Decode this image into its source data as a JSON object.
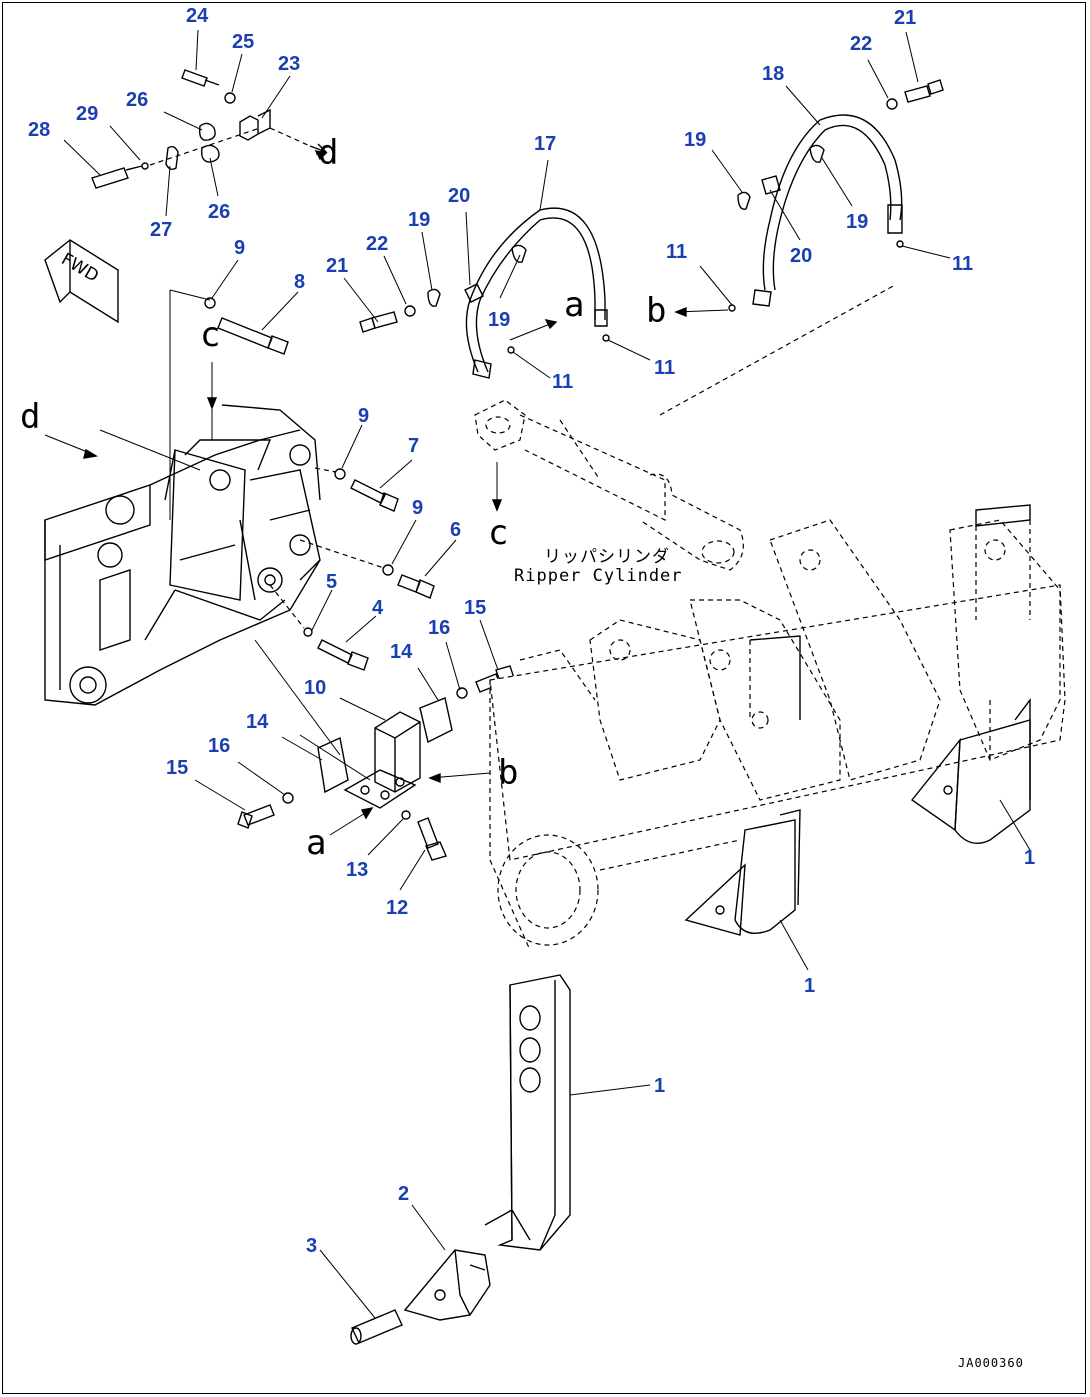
{
  "drawing_number": "JA000360",
  "fwd_label": "FWD",
  "cylinder_label_jp": "リッパシリンダ",
  "cylinder_label_en": "Ripper Cylinder",
  "refs": [
    "a",
    "b",
    "c",
    "d"
  ],
  "callouts": [
    "1",
    "2",
    "3",
    "4",
    "5",
    "6",
    "7",
    "8",
    "9",
    "10",
    "11",
    "12",
    "13",
    "14",
    "15",
    "16",
    "17",
    "18",
    "19",
    "20",
    "21",
    "22",
    "23",
    "24",
    "25",
    "26",
    "27",
    "28",
    "29"
  ]
}
